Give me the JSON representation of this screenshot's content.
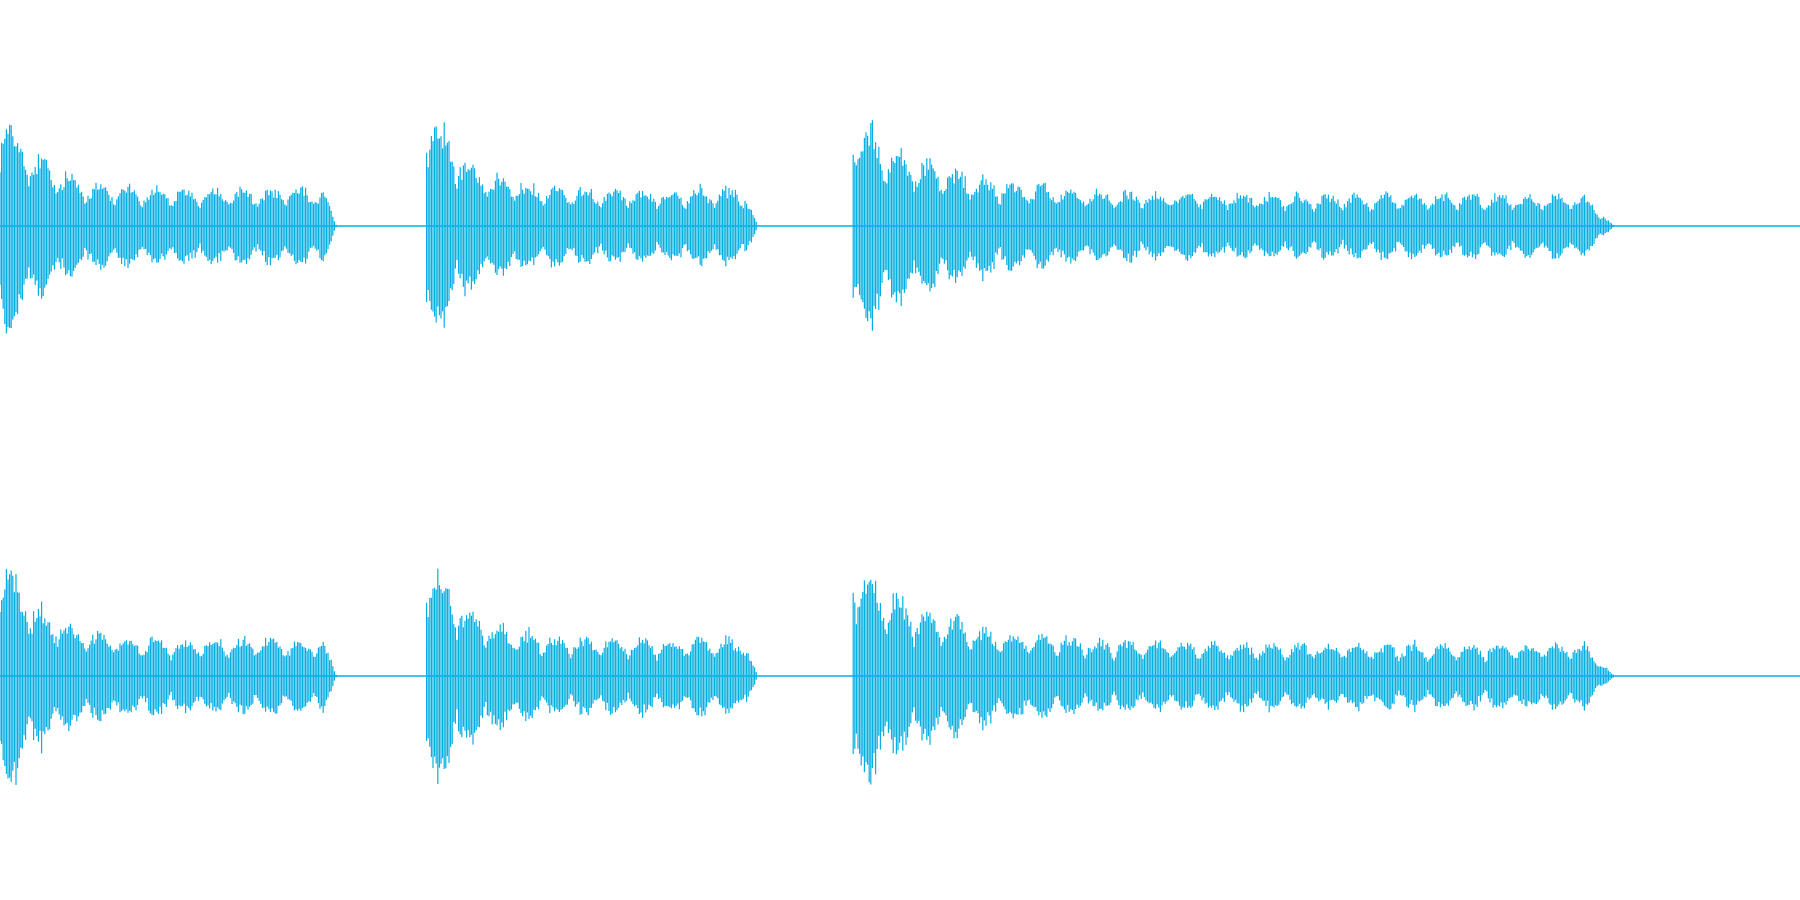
{
  "waveform": {
    "color": "#06aee4",
    "background": "#ffffff",
    "channels": [
      {
        "name": "",
        "bursts": [
          {
            "start": 0.0,
            "end": 0.187,
            "peak": 1.0,
            "sustain": 0.28
          },
          {
            "start": 0.237,
            "end": 0.421,
            "peak": 1.0,
            "sustain": 0.28
          },
          {
            "start": 0.474,
            "end": 0.897,
            "peak": 0.85,
            "sustain": 0.24
          }
        ]
      },
      {
        "name": "",
        "bursts": [
          {
            "start": 0.0,
            "end": 0.187,
            "peak": 1.0,
            "sustain": 0.28
          },
          {
            "start": 0.237,
            "end": 0.421,
            "peak": 1.0,
            "sustain": 0.28
          },
          {
            "start": 0.474,
            "end": 0.897,
            "peak": 0.85,
            "sustain": 0.24
          }
        ]
      }
    ]
  }
}
